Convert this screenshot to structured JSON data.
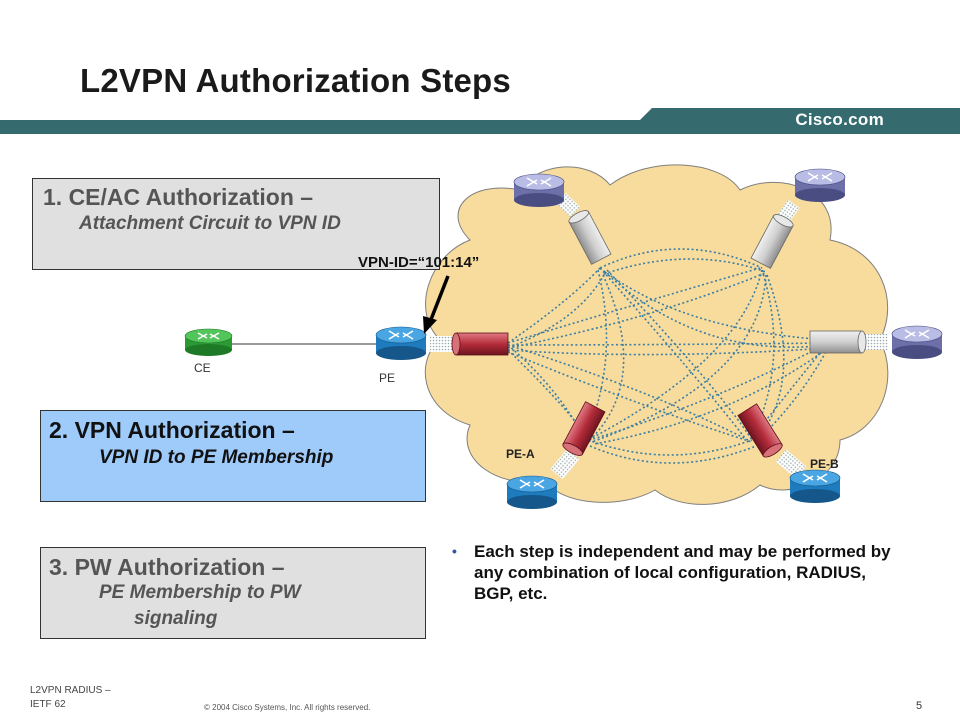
{
  "slide": {
    "title": "L2VPN Authorization Steps",
    "brand": "Cisco.com",
    "colors": {
      "band": "#356a6f",
      "cloud": "#f8dc9e",
      "step2_fill": "#9fcbfb",
      "tunnel_red": "#b42c3a"
    }
  },
  "steps": [
    {
      "title": "1. CE/AC Authorization –",
      "detail": "Attachment Circuit to VPN ID"
    },
    {
      "title": "2. VPN Authorization –",
      "detail": "VPN ID to PE Membership"
    },
    {
      "title": "3. PW Authorization –",
      "detail_line1": "PE Membership to PW",
      "detail_line2": "signaling"
    }
  ],
  "diagram": {
    "vpn_id_label": "VPN-ID=“101:14”",
    "node_labels": {
      "ce": "CE",
      "pe": "PE",
      "pe_a": "PE-A",
      "pe_b": "PE-B"
    },
    "icons": [
      "router-icon",
      "tunnel-icon",
      "cloud-icon",
      "arrow-icon"
    ]
  },
  "bullet": "Each step is independent and may be performed by any combination of local configuration, RADIUS, BGP, etc.",
  "footer": {
    "left_line1": "L2VPN RADIUS –",
    "left_line2": "IETF 62",
    "copyright": "© 2004 Cisco Systems, Inc. All rights reserved.",
    "page": "5"
  }
}
